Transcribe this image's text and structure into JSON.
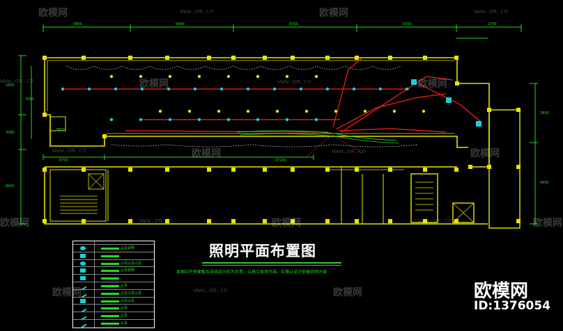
{
  "drawing": {
    "title": "照明平面布置图",
    "note": "本图中开关面板及导线走向仅为示意，以施工现场为准，实施以设计依据说明为准"
  },
  "branding": {
    "brand_name": "欧模网",
    "id_label": "ID:1376054",
    "watermark_text": "欧模网",
    "watermark_url": "www.om.cn"
  },
  "colors": {
    "wall": "#e8e600",
    "circuit": "#ff2020",
    "lamp": "#19d0e0",
    "dimension": "#22dd22",
    "column": "#e8e600",
    "background": "#000000"
  },
  "legend": {
    "rows": [
      {
        "icon": "ceiling-light-icon",
        "label": "以及说明"
      },
      {
        "icon": "spot-light-icon",
        "label": ""
      },
      {
        "icon": "downlight-icon",
        "label": "以及以及以及"
      },
      {
        "icon": "wall-light-icon",
        "label": "以及说明"
      },
      {
        "icon": "fan-icon",
        "label": ""
      },
      {
        "icon": "switch-icon",
        "label": "以及"
      },
      {
        "icon": "switch-icon",
        "label": "以及以及以及"
      },
      {
        "icon": "socket-icon",
        "label": "以及以及"
      },
      {
        "icon": "switch-icon",
        "label": "以及"
      },
      {
        "icon": "switch-icon",
        "label": "以及"
      },
      {
        "icon": "switch-icon",
        "label": "以及"
      }
    ]
  },
  "dimensions": {
    "top_chain": [
      "5800",
      "8400",
      "9700",
      "6700",
      "2700"
    ],
    "left_chain": [
      "2800",
      "3080",
      "3080",
      "6600"
    ],
    "right_chain": [
      "2800",
      "6600"
    ],
    "bottom_mid": "47200",
    "bottom_left": "8700",
    "inner": "3800"
  }
}
